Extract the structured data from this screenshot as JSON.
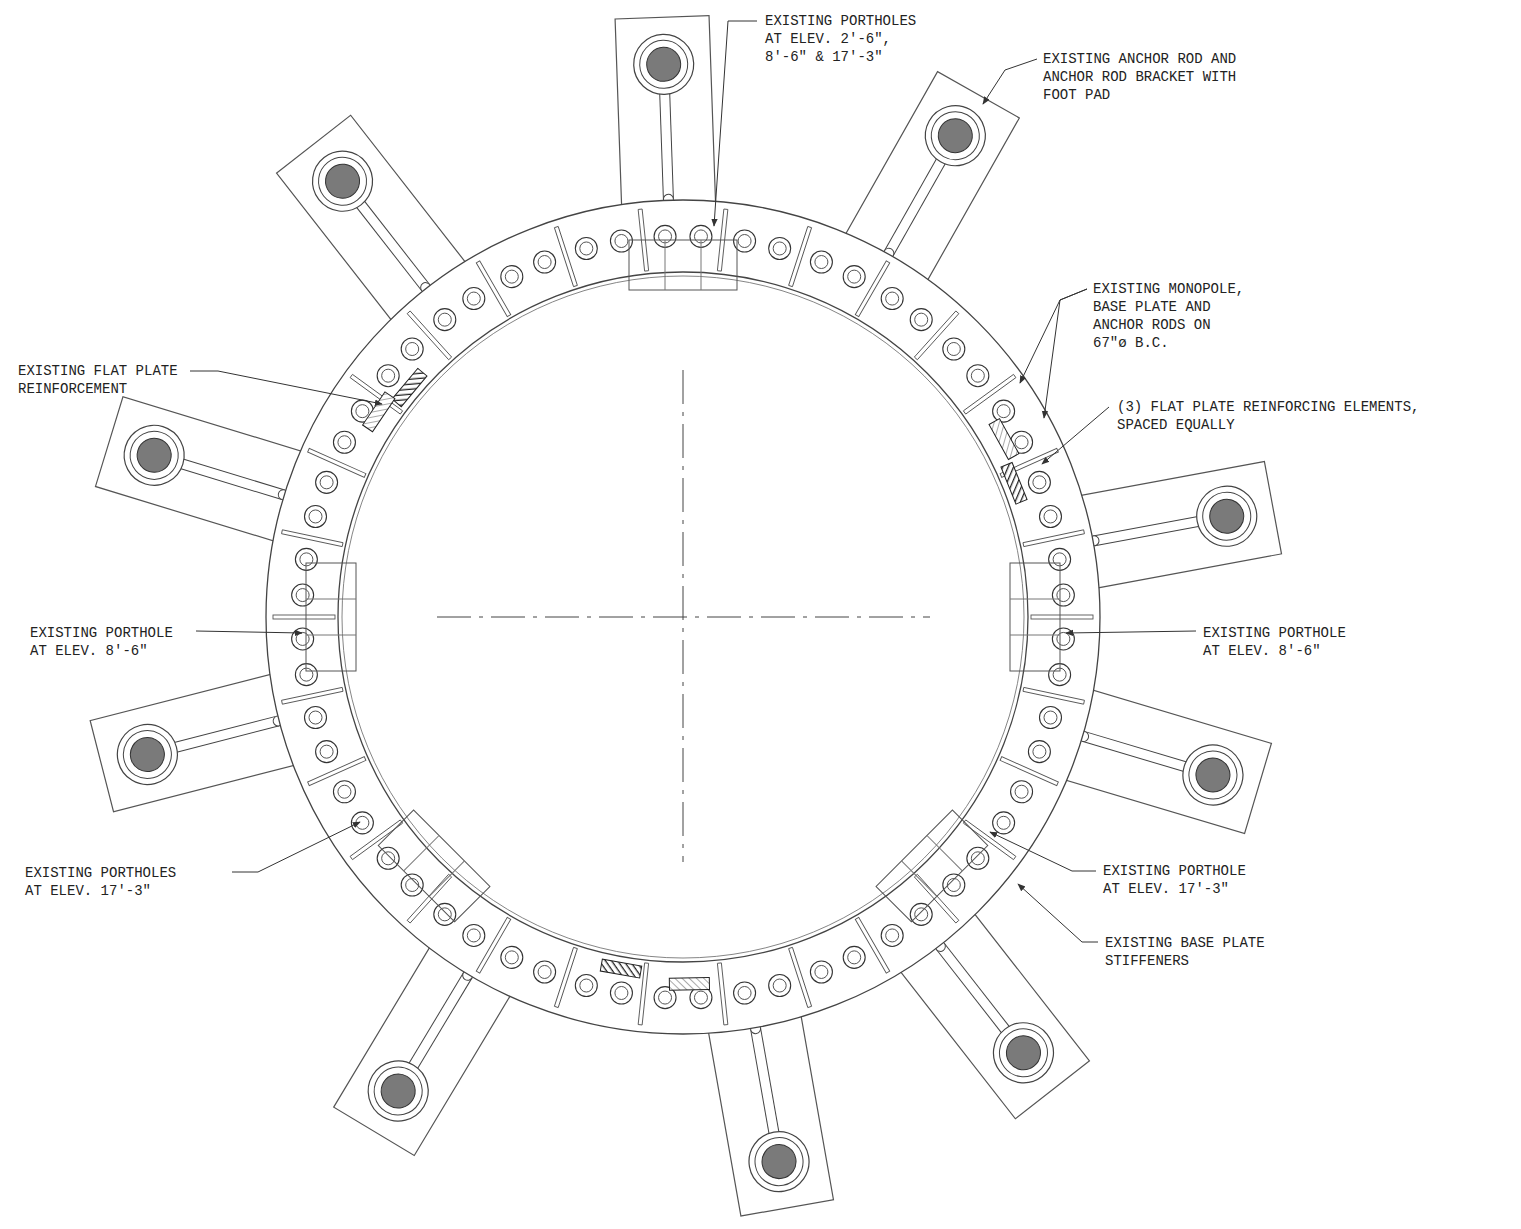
{
  "diagram": {
    "labels": [
      "EXISTING PORTHOLES AT ELEV. 2'-6\", 8'-6\" & 17'-3\"",
      "EXISTING ANCHOR ROD AND ANCHOR ROD BRACKET WITH FOOT PAD",
      "EXISTING MONOPOLE, BASE PLATE AND ANCHOR RODS ON 67\"ø B.C.",
      "(3) FLAT PLATE REINFORCING ELEMENTS, SPACED EQUALLY",
      "EXISTING FLAT PLATE REINFORCEMENT",
      "EXISTING PORTHOLE AT ELEV. 8'-6\"",
      "EXISTING PORTHOLE AT ELEV. 8'-6\"",
      "EXISTING PORTHOLES AT ELEV. 17'-3\"",
      "EXISTING PORTHOLE AT ELEV. 17'-3\"",
      "EXISTING BASE PLATE STIFFENERS"
    ]
  }
}
